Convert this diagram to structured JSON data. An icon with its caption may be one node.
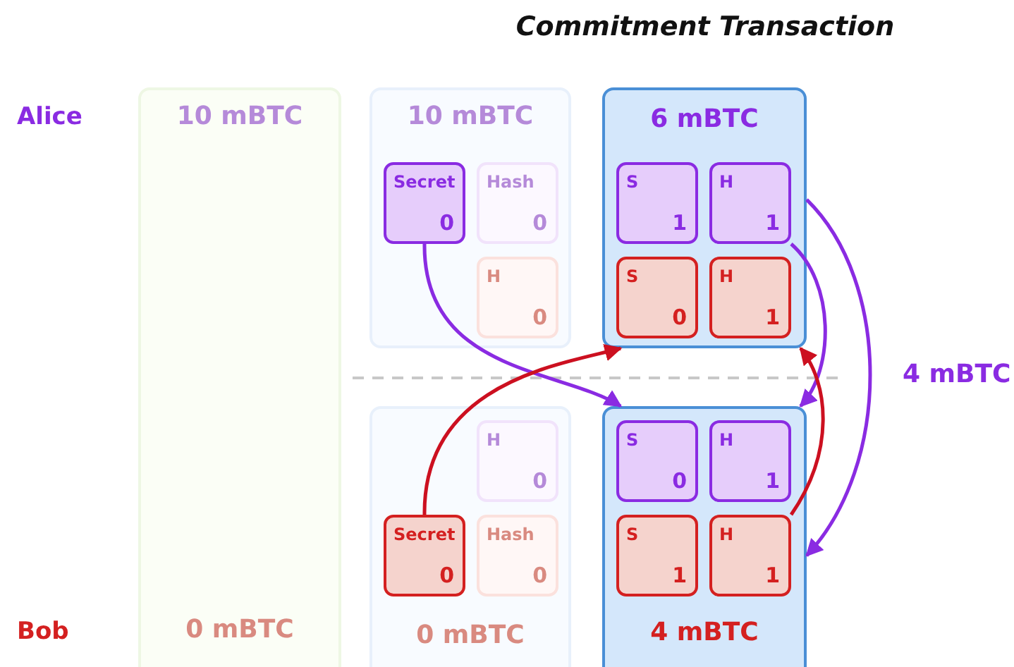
{
  "diagram": {
    "title": "Commitment Transaction",
    "nodes": [
      {
        "text": [
          "10 mBTC",
          "0 mBTC"
        ]
      },
      {
        "text": [
          "10 mBTC"
        ]
      },
      {
        "text": [
          "Secret",
          "0"
        ],
        "in": 1
      },
      {
        "text": [
          "Hash",
          "0"
        ],
        "in": 1
      },
      {
        "text": [
          "H",
          "0"
        ],
        "in": 1
      },
      {
        "text": [
          "6 mBTC"
        ]
      },
      {
        "text": [
          "S",
          "1"
        ],
        "in": 5
      },
      {
        "text": [
          "H",
          "1"
        ],
        "in": 5
      },
      {
        "text": [
          "S",
          "0"
        ],
        "in": 5
      },
      {
        "text": [
          "H",
          "1"
        ],
        "in": 5
      },
      {
        "text": [
          "0 mBTC"
        ]
      },
      {
        "text": [
          "H",
          "0"
        ],
        "in": 10
      },
      {
        "text": [
          "Secret",
          "0"
        ],
        "in": 10
      },
      {
        "text": [
          "Hash",
          "0"
        ],
        "in": 10
      },
      {
        "text": [
          "4 mBTC"
        ]
      },
      {
        "text": [
          "S",
          "0"
        ],
        "in": 14
      },
      {
        "text": [
          "H",
          "1"
        ],
        "in": 14
      },
      {
        "text": [
          "S",
          "1"
        ],
        "in": 14
      },
      {
        "text": [
          "H",
          "1"
        ],
        "in": 14
      }
    ],
    "edges": [
      {
        "from": 2,
        "to": 14,
        "arrow": "to"
      },
      {
        "from": 12,
        "to": 5,
        "arrow": "to",
        "color": "#cc1020"
      },
      {
        "from": 7,
        "to": 14,
        "arrow": "to"
      },
      {
        "from": 18,
        "to": 5,
        "arrow": "to",
        "color": "#cc1020"
      },
      {
        "from": 5,
        "to": 14,
        "arrow": "to",
        "label": "4 mBTC"
      }
    ],
    "labels": [
      "Alice",
      "Bob"
    ]
  }
}
